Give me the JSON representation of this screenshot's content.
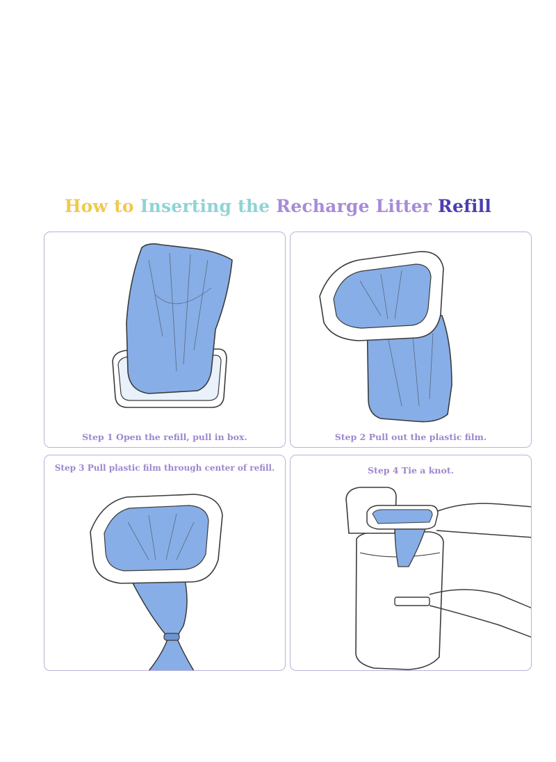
{
  "title": {
    "segments": [
      {
        "text": "How to ",
        "color": "#f2c94c"
      },
      {
        "text": "Inserting the ",
        "color": "#8fd3d6"
      },
      {
        "text": "Recharge Litter ",
        "color": "#a78bd7"
      },
      {
        "text": "Refill",
        "color": "#4b3fae"
      }
    ]
  },
  "steps": [
    {
      "label": "Step 1  Open the refill, pull in box."
    },
    {
      "label": "Step 2  Pull out the plastic film."
    },
    {
      "label": "Step 3  Pull plastic film through center of refill."
    },
    {
      "label": "Step 4  Tie a knot."
    }
  ],
  "colors": {
    "bag_blue": "#87aee6",
    "outline": "#3a3a3a",
    "border": "#bdb0d8",
    "caption": "#9d87cf"
  }
}
